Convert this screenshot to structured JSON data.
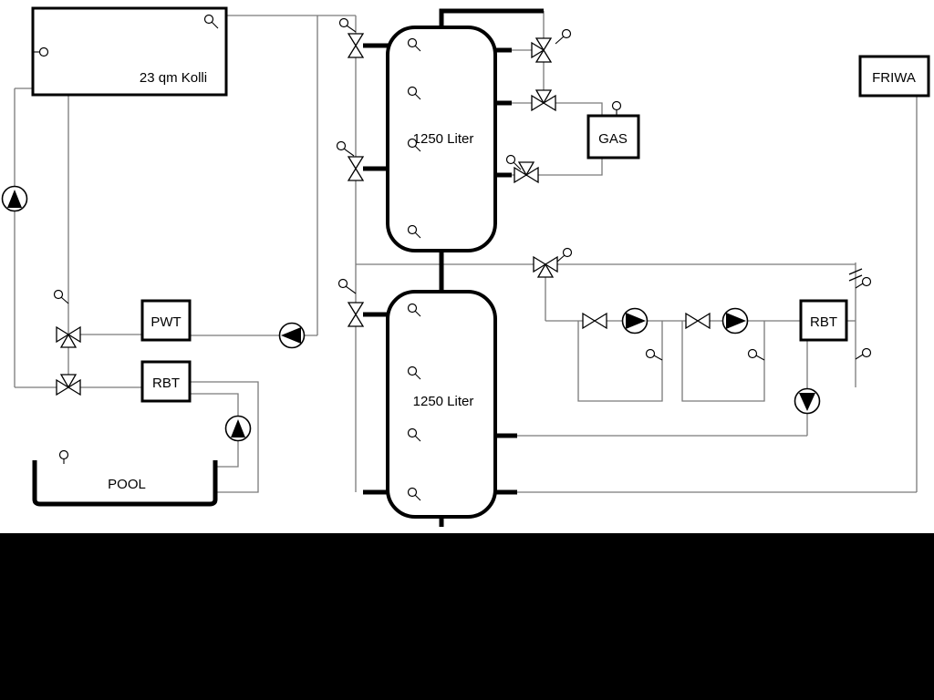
{
  "labels": {
    "collector": "23 qm Kolli",
    "tank1": "1250 Liter",
    "tank2": "1250 Liter",
    "pwt": "PWT",
    "rbt_left": "RBT",
    "rbt_right": "RBT",
    "gas": "GAS",
    "friwa": "FRIWA",
    "pool": "POOL"
  },
  "colors": {
    "background": "#ffffff",
    "pipe_line": "#7a7a7a",
    "component_outline": "#000000",
    "bottom_bar": "#000000"
  },
  "components": {
    "pumps": [
      {
        "name": "collector-pump",
        "direction": "up"
      },
      {
        "name": "heat-exchanger-pump",
        "direction": "left"
      },
      {
        "name": "pool-pump",
        "direction": "up"
      },
      {
        "name": "heating-circuit-1-pump",
        "direction": "right"
      },
      {
        "name": "heating-circuit-2-pump",
        "direction": "right"
      },
      {
        "name": "friwa-pump",
        "direction": "down"
      }
    ],
    "valve_count": 11,
    "temperature_sensor_count": 23
  }
}
